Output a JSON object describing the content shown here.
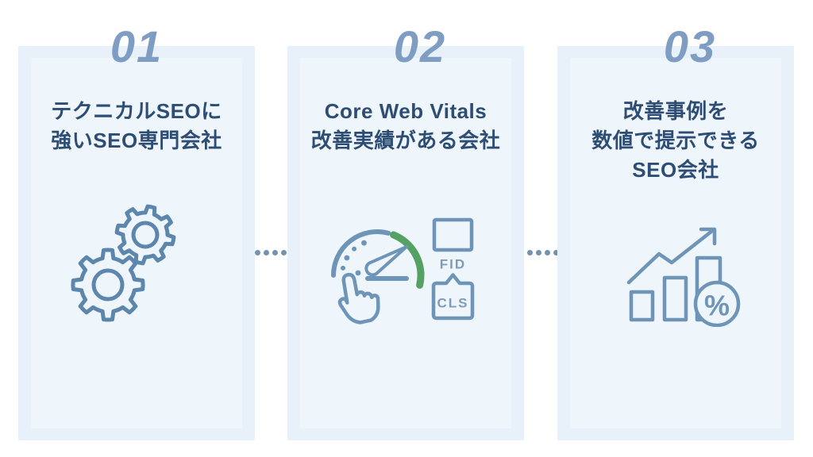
{
  "colors": {
    "page_background": "#ffffff",
    "card_background": "#e8f1f9",
    "card_inner_background": "#eef5fb",
    "number_color": "#7f9dc2",
    "title_color": "#2d4d74",
    "gear_stroke": "#5d86ad",
    "icon_stroke": "#6e94b8",
    "gauge_green": "#55a063",
    "metric_label_color": "#7e9bb9",
    "connector_dot_color": "#7292ae"
  },
  "cards": [
    {
      "number": "01",
      "title_lines": [
        "テクニカルSEOに",
        "強いSEO専門会社"
      ],
      "icon": "gears-icon"
    },
    {
      "number": "02",
      "title_lines": [
        "Core Web Vitals",
        "改善実績がある会社"
      ],
      "icon": "core-web-vitals-icon",
      "fid_label": "FID",
      "cls_label": "CLS"
    },
    {
      "number": "03",
      "title_lines": [
        "改善事例を",
        "数値で提示できる",
        "SEO会社"
      ],
      "icon": "growth-chart-icon",
      "percent_label": "%"
    }
  ],
  "connectors": {
    "dot_count": 4
  }
}
